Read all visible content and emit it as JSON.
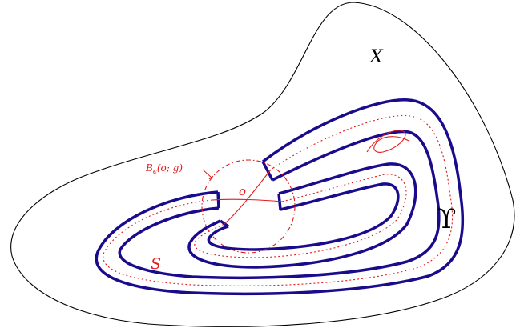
{
  "labels": {
    "space": "X",
    "tube": "ϒ",
    "surface": "S",
    "point": "o",
    "ball": "B",
    "ball_sub": "ϵ",
    "ball_args": "(o; g)"
  },
  "colors": {
    "outline": "#000000",
    "tube": "#1a0a8c",
    "red": "#e31b1b",
    "background": "#ffffff"
  }
}
